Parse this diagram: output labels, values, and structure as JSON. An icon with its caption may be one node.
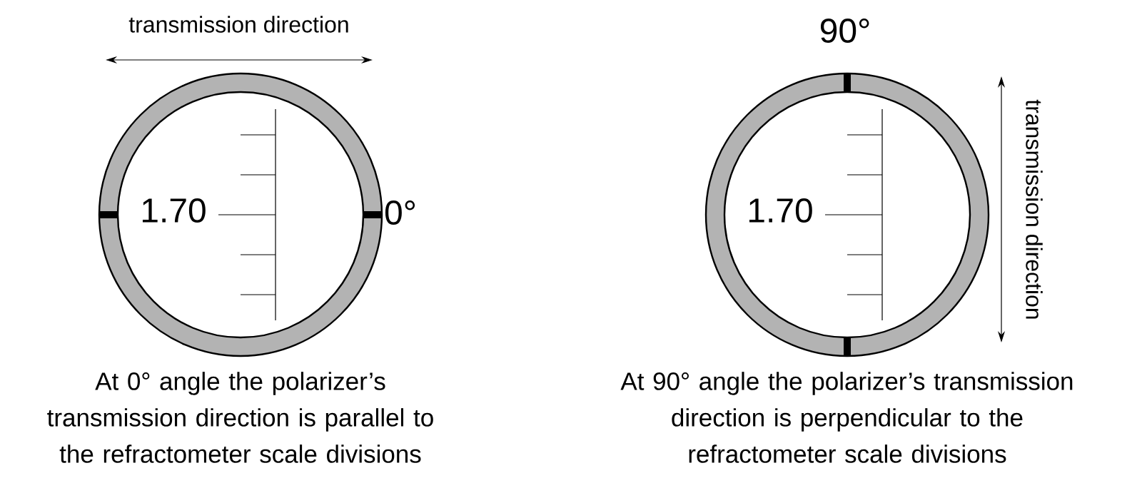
{
  "diagram": {
    "nodes": [
      {
        "text": [
          "1.70"
        ],
        "beside": [
          "0°"
        ]
      },
      {
        "text": [
          "1.70"
        ],
        "beside": [
          "90°"
        ]
      }
    ],
    "labels": [
      "transmission direction",
      "transmission direction",
      "At 0° angle the polarizer’s transmission direction is parallel to the refractometer scale divisions",
      "At 90° angle the polarizer’s transmission direction is perpendicular to the refractometer scale divisions"
    ]
  }
}
